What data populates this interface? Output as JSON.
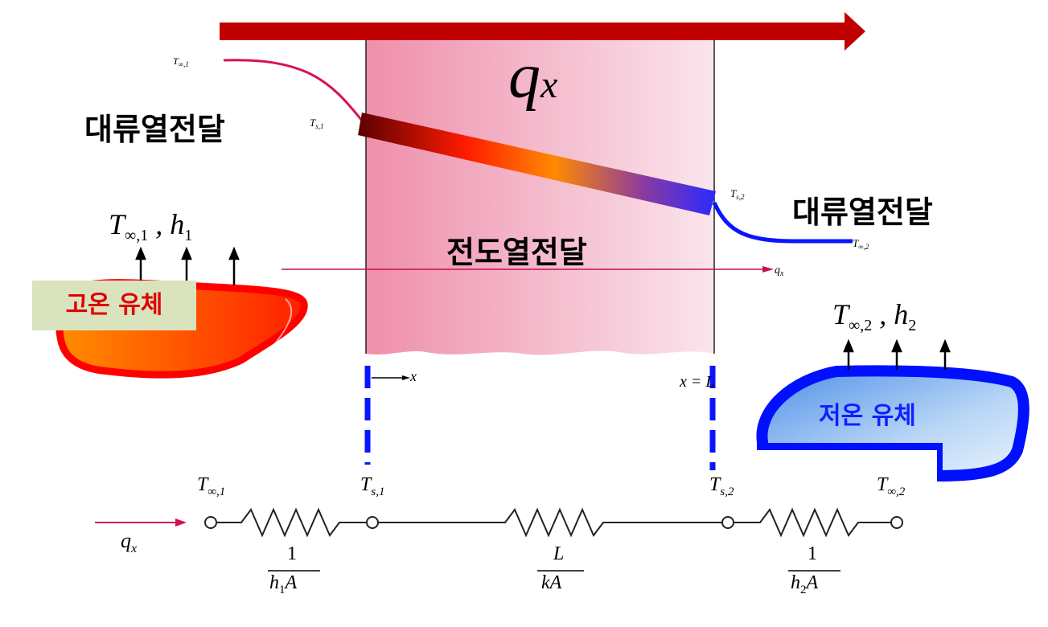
{
  "heat_flow_symbol": "q",
  "heat_flow_subscript": "x",
  "convection_left": "대류열전달",
  "convection_right": "대류열전달",
  "conduction": "전도열전달",
  "hot_fluid": "고온 유체",
  "cold_fluid": "저온 유체",
  "x_origin_label": "x",
  "x_end_label": "x = L",
  "colors": {
    "flow_arrow": "#c00000",
    "wall": "#f0a0b8",
    "hot_fluid": "#ff0000",
    "cold_fluid": "#0010ff",
    "badge_bg": "#d9e4bf"
  },
  "circuit": {
    "nodes": [
      "T∞,1",
      "Ts,1",
      "Ts,2",
      "T∞,2"
    ],
    "resistances": [
      {
        "num": "1",
        "den": "h1A"
      },
      {
        "num": "L",
        "den": "kA"
      },
      {
        "num": "1",
        "den": "h2A"
      }
    ]
  }
}
